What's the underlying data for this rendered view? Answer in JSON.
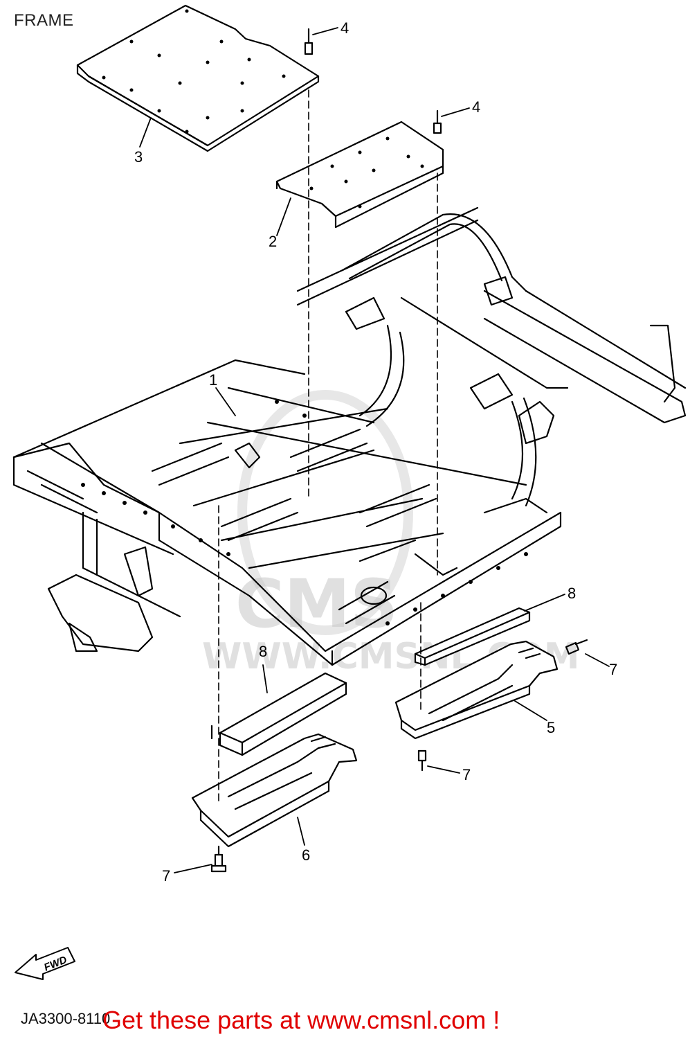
{
  "title": "FRAME",
  "drawing_code": "JA3300-8110",
  "banner": "Get these parts at www.cmsnl.com !",
  "fwd_label": "FWD",
  "watermark": {
    "top": "CMS",
    "bottom": "WWW.CMSNL.COM"
  },
  "parts": [
    {
      "ref": "1",
      "name": "frame"
    },
    {
      "ref": "2",
      "name": "floor-plate-front"
    },
    {
      "ref": "3",
      "name": "floor-plate-rear"
    },
    {
      "ref": "4",
      "name": "rivet"
    },
    {
      "ref": "5",
      "name": "side-cover-right"
    },
    {
      "ref": "6",
      "name": "side-cover-left"
    },
    {
      "ref": "7",
      "name": "bolt"
    },
    {
      "ref": "8",
      "name": "pad"
    }
  ],
  "colors": {
    "line": "#000000",
    "banner": "#e00000",
    "watermark": "#c8c8c8"
  }
}
